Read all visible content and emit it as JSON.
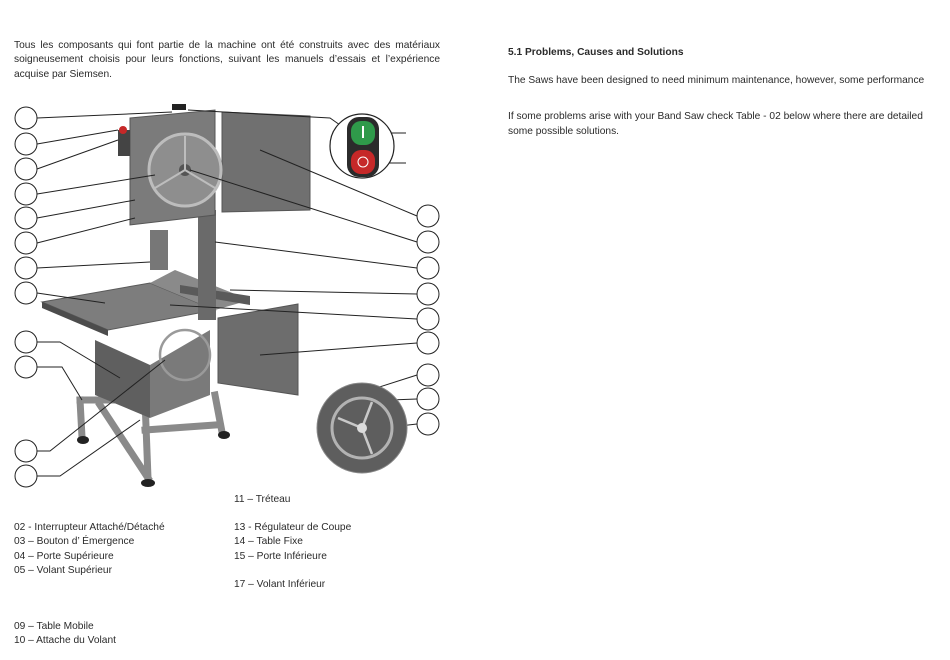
{
  "left": {
    "intro": "Tous les composants qui font partie de la machine ont été construits avec des matériaux soigneusement choisis pour leurs fonctions, suivant les manuels d’essais et l’expérience acquise par Siemsen."
  },
  "right": {
    "section_title": "5.1 Problems, Causes and Solutions",
    "para1": "The Saws have been designed to need minimum maintenance, however, some performance",
    "para2": "If some problems arise with your Band Saw check Table - 02 below where there are detailed some possible solutions."
  },
  "legend": {
    "col1": [
      "02  - Interrupteur Attaché/Détaché",
      "03 – Bouton d’ Émergence",
      "04 – Porte Supérieure",
      "05 – Volant Supérieur"
    ],
    "col1b": [
      "09 –  Table Mobile",
      "10 –  Attache du Volant"
    ],
    "col2a": "11 –  Tréteau",
    "col2": [
      "13 -  Régulateur de Coupe",
      "14 – Table Fixe",
      "15 – Porte Inférieure"
    ],
    "col2b": "17 – Volant Inférieur"
  },
  "colors": {
    "machine_body": "#6f6f6f",
    "machine_dark": "#4a4a4a",
    "button_green": "#2f9a4a",
    "button_red": "#c62828"
  }
}
